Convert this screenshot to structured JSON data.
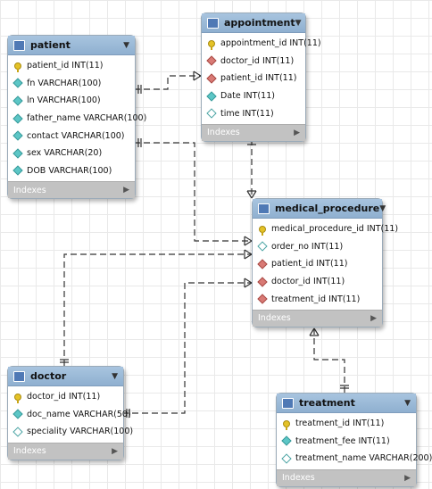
{
  "tables": {
    "patient": {
      "name": "patient",
      "footer": "Indexes",
      "columns": [
        {
          "text": "patient_id INT(11)",
          "icon": "primary-key-icon"
        },
        {
          "text": "fn VARCHAR(100)",
          "icon": "column-icon"
        },
        {
          "text": "ln VARCHAR(100)",
          "icon": "column-icon"
        },
        {
          "text": "father_name VARCHAR(100)",
          "icon": "column-icon"
        },
        {
          "text": "contact VARCHAR(100)",
          "icon": "column-icon"
        },
        {
          "text": "sex VARCHAR(20)",
          "icon": "column-icon"
        },
        {
          "text": "DOB VARCHAR(100)",
          "icon": "column-icon"
        }
      ]
    },
    "appointment": {
      "name": "appointment",
      "footer": "Indexes",
      "columns": [
        {
          "text": "appointment_id INT(11)",
          "icon": "primary-key-icon"
        },
        {
          "text": "doctor_id INT(11)",
          "icon": "foreign-key-icon"
        },
        {
          "text": "patient_id INT(11)",
          "icon": "foreign-key-icon"
        },
        {
          "text": "Date INT(11)",
          "icon": "column-icon"
        },
        {
          "text": "time INT(11)",
          "icon": "nullable-column-icon"
        }
      ]
    },
    "medical_procedure": {
      "name": "medical_procedure",
      "footer": "Indexes",
      "columns": [
        {
          "text": "medical_procedure_id INT(11)",
          "icon": "primary-key-icon"
        },
        {
          "text": "order_no INT(11)",
          "icon": "nullable-column-icon"
        },
        {
          "text": "patient_id INT(11)",
          "icon": "foreign-key-icon"
        },
        {
          "text": "doctor_id INT(11)",
          "icon": "foreign-key-icon"
        },
        {
          "text": "treatment_id INT(11)",
          "icon": "foreign-key-icon"
        }
      ]
    },
    "doctor": {
      "name": "doctor",
      "footer": "Indexes",
      "columns": [
        {
          "text": "doctor_id INT(11)",
          "icon": "primary-key-icon"
        },
        {
          "text": "doc_name VARCHAR(50)",
          "icon": "column-icon"
        },
        {
          "text": "speciality VARCHAR(100)",
          "icon": "nullable-column-icon"
        }
      ]
    },
    "treatment": {
      "name": "treatment",
      "footer": "Indexes",
      "columns": [
        {
          "text": "treatment_id INT(11)",
          "icon": "primary-key-icon"
        },
        {
          "text": "treatment_fee INT(11)",
          "icon": "column-icon"
        },
        {
          "text": "treatment_name VARCHAR(200)",
          "icon": "nullable-column-icon"
        }
      ]
    }
  },
  "relationships": [
    {
      "from": "patient",
      "to": "appointment",
      "cardinality": "one-to-many"
    },
    {
      "from": "patient",
      "to": "medical_procedure",
      "cardinality": "one-to-many"
    },
    {
      "from": "appointment",
      "to": "medical_procedure",
      "cardinality": "one-to-many"
    },
    {
      "from": "doctor",
      "to": "medical_procedure",
      "cardinality": "one-to-many"
    },
    {
      "from": "doctor",
      "to": "medical_procedure",
      "cardinality": "one-to-many"
    },
    {
      "from": "treatment",
      "to": "medical_procedure",
      "cardinality": "one-to-many"
    }
  ],
  "colors": {
    "header": "#9fbddb",
    "footer": "#c2c2c2",
    "connector": "#333333",
    "primary_key": "#e4c227",
    "foreign_key": "#d97a75",
    "column": "#5cc6c6"
  }
}
